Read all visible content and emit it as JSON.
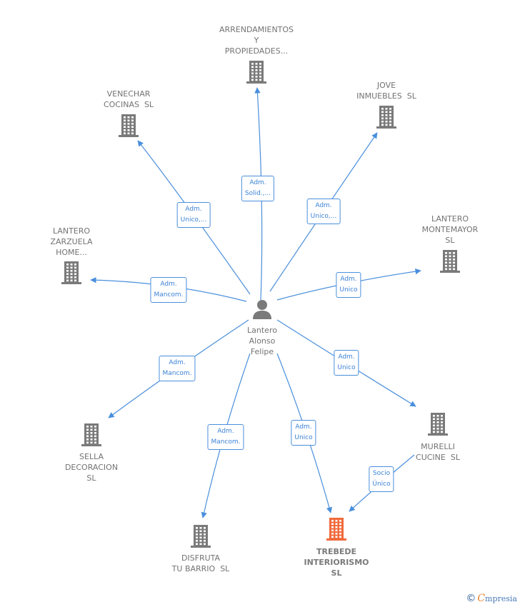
{
  "person": {
    "name": "Lantero\nAlonso\nFelipe",
    "icon": "person-icon"
  },
  "companies": [
    {
      "id": "arrendamientos",
      "label": "ARRENDAMIENTOS\nY\nPROPIEDADES...",
      "icon": "building-icon",
      "color": "#7a7a7a"
    },
    {
      "id": "venechar",
      "label": "VENECHAR\nCOCINAS  SL",
      "icon": "building-icon",
      "color": "#7a7a7a"
    },
    {
      "id": "jove",
      "label": "JOVE\nINMUEBLES  SL",
      "icon": "building-icon",
      "color": "#7a7a7a"
    },
    {
      "id": "zarzuela",
      "label": "LANTERO\nZARZUELA\nHOME...",
      "icon": "building-icon",
      "color": "#7a7a7a"
    },
    {
      "id": "montemayor",
      "label": "LANTERO\nMONTEMAYOR\nSL",
      "icon": "building-icon",
      "color": "#7a7a7a"
    },
    {
      "id": "sella",
      "label": "SELLA\nDECORACION\nSL",
      "icon": "building-icon",
      "color": "#7a7a7a"
    },
    {
      "id": "murelli",
      "label": "MURELLI\nCUCINE  SL",
      "icon": "building-icon",
      "color": "#7a7a7a"
    },
    {
      "id": "disfruta",
      "label": "DISFRUTA\nTU BARRIO  SL",
      "icon": "building-icon",
      "color": "#7a7a7a"
    },
    {
      "id": "trebede",
      "label": "TREBEDE\nINTERIORISMO\nSL",
      "icon": "building-icon",
      "color": "#f06a3c",
      "highlight": true
    }
  ],
  "edges": [
    {
      "from": "person",
      "to": "arrendamientos",
      "label": "Adm.\nSolid.,..."
    },
    {
      "from": "person",
      "to": "venechar",
      "label": "Adm.\nUnico,..."
    },
    {
      "from": "person",
      "to": "jove",
      "label": "Adm.\nUnico,..."
    },
    {
      "from": "person",
      "to": "zarzuela",
      "label": "Adm.\nMancom."
    },
    {
      "from": "person",
      "to": "montemayor",
      "label": "Adm.\nUnico"
    },
    {
      "from": "person",
      "to": "sella",
      "label": "Adm.\nMancom."
    },
    {
      "from": "person",
      "to": "murelli",
      "label": "Adm.\nUnico"
    },
    {
      "from": "person",
      "to": "disfruta",
      "label": "Adm.\nMancom."
    },
    {
      "from": "person",
      "to": "trebede",
      "label": "Adm.\nUnico"
    },
    {
      "from": "murelli",
      "to": "trebede",
      "label": "Socio\nÚnico"
    }
  ],
  "colors": {
    "edge": "#4a8fdc",
    "node": "#7a7a7a",
    "highlight": "#f06a3c"
  },
  "brand": {
    "copyright": "©",
    "initial": "C",
    "rest": "mpresia"
  }
}
